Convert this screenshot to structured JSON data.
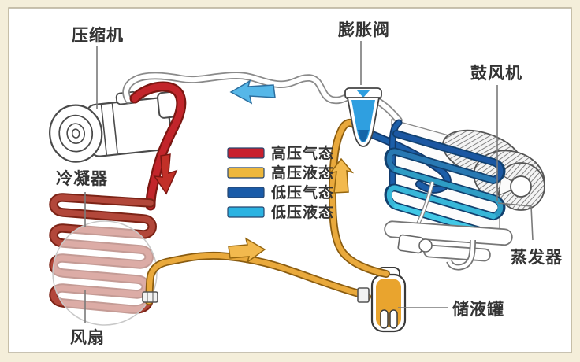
{
  "diagram": {
    "type": "refrigeration-cycle-diagram",
    "labels": {
      "compressor": "压缩机",
      "expansion_valve": "膨胀阀",
      "blower": "鼓风机",
      "condenser": "冷凝器",
      "fan": "风扇",
      "evaporator": "蒸发器",
      "receiver_drier": "储液罐"
    },
    "legend": [
      {
        "label": "高压气态",
        "color": "#c8202e"
      },
      {
        "label": "高压液态",
        "color": "#edb73c"
      },
      {
        "label": "低压气态",
        "color": "#1a5ba8"
      },
      {
        "label": "低压液态",
        "color": "#2cb3e2"
      }
    ],
    "colors": {
      "frame": "#f4eeda",
      "high_pressure_gas_pipe": "#c2252b",
      "condenser_coil": "#b2473a",
      "high_pressure_liquid_pipe": "#e9a93c",
      "low_pressure_gas_pipe": "#1c5ea8",
      "low_pressure_liquid_coil": "#41c8e6",
      "expansion_valve_blue": "#2f9fe0"
    }
  }
}
